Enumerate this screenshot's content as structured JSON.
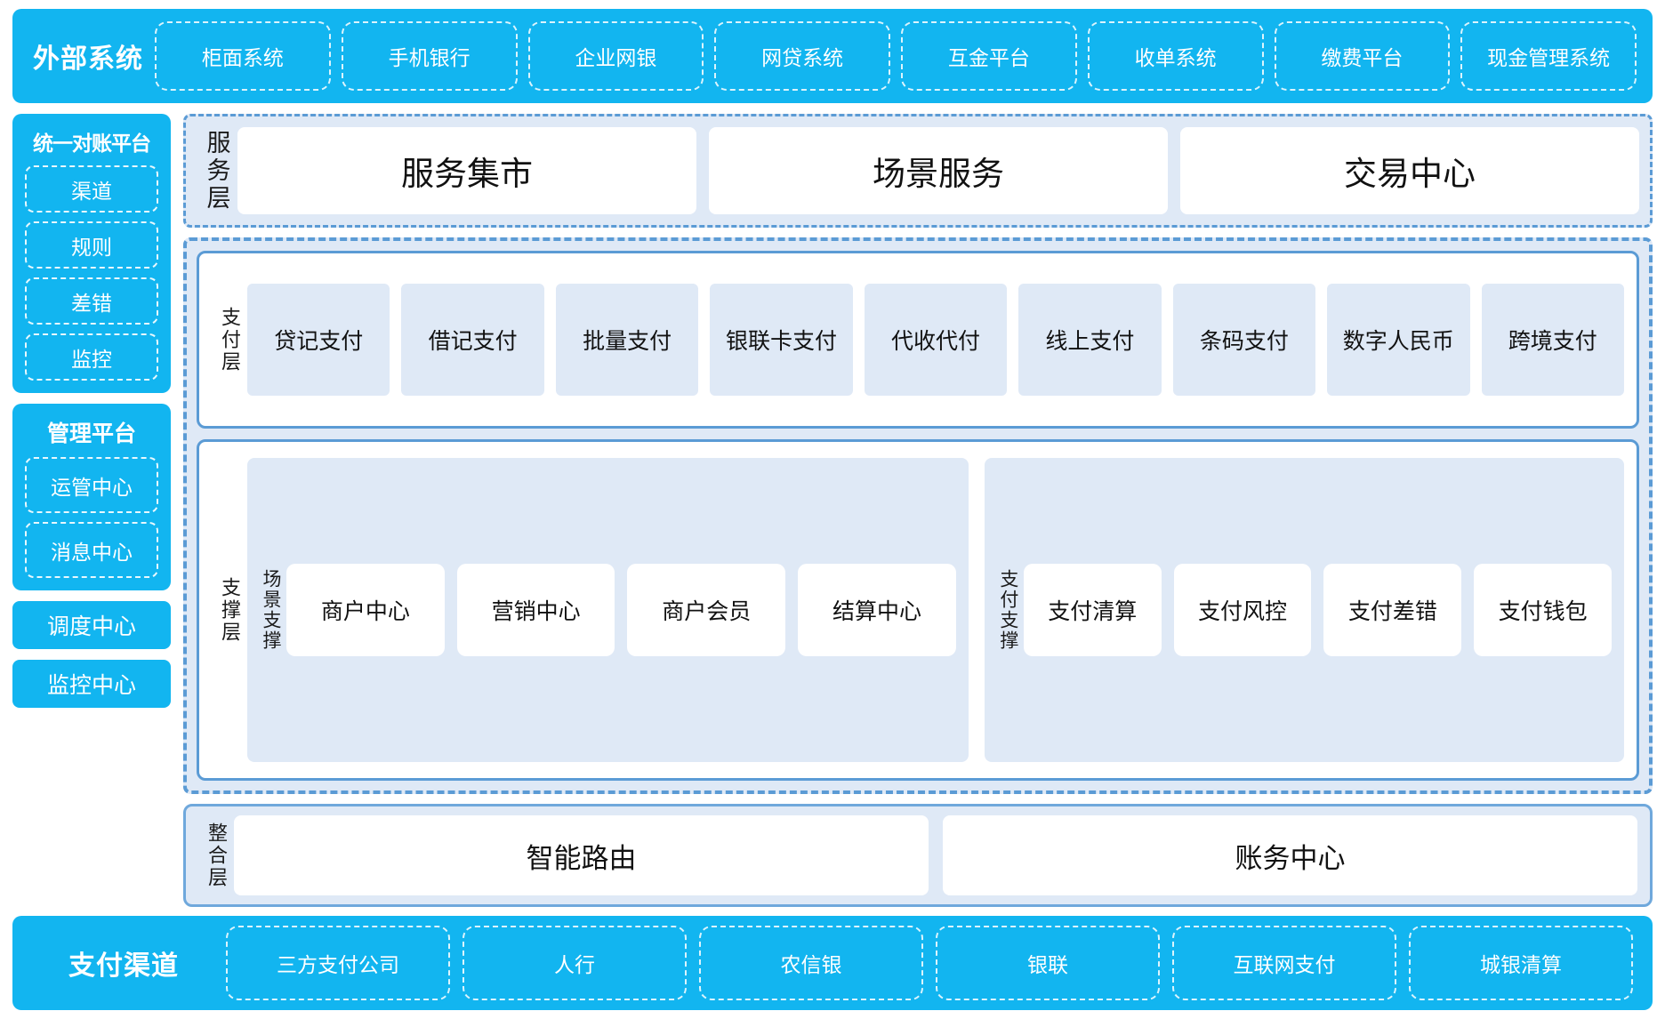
{
  "external": {
    "title": "外部系统",
    "items": [
      "柜面系统",
      "手机银行",
      "企业网银",
      "网贷系统",
      "互金平台",
      "收单系统",
      "缴费平台",
      "现金管理系统"
    ]
  },
  "sidebar": {
    "recon": {
      "title": "统一对账平台",
      "items": [
        "渠道",
        "规则",
        "差错",
        "监控"
      ]
    },
    "mgmt": {
      "title": "管理平台",
      "items": [
        "运管中心",
        "消息中心"
      ]
    },
    "standalone": [
      "调度中心",
      "监控中心"
    ]
  },
  "service_layer": {
    "label": "服务层",
    "cards": [
      "服务集市",
      "场景服务",
      "交易中心"
    ]
  },
  "payment_layer": {
    "label": "支付层",
    "cards": [
      "贷记支付",
      "借记支付",
      "批量支付",
      "银联卡支付",
      "代收代付",
      "线上支付",
      "条码支付",
      "数字人民币",
      "跨境支付"
    ]
  },
  "support_layer": {
    "label": "支撑层",
    "groups": [
      {
        "label": "场景支撑",
        "cards": [
          "商户中心",
          "营销中心",
          "商户会员",
          "结算中心"
        ]
      },
      {
        "label": "支付支撑",
        "cards": [
          "支付清算",
          "支付风控",
          "支付差错",
          "支付钱包"
        ]
      }
    ]
  },
  "integration_layer": {
    "label": "整合层",
    "cards": [
      "智能路由",
      "账务中心"
    ]
  },
  "channel": {
    "title": "支付渠道",
    "items": [
      "三方支付公司",
      "人行",
      "农信银",
      "银联",
      "互联网支付",
      "城银清算"
    ]
  },
  "colors": {
    "cyan": "#12b5f0",
    "panel_blue": "#5b9bd5",
    "light_blue_fill": "#dfe9f6",
    "white": "#ffffff",
    "text_dark": "#111111"
  }
}
